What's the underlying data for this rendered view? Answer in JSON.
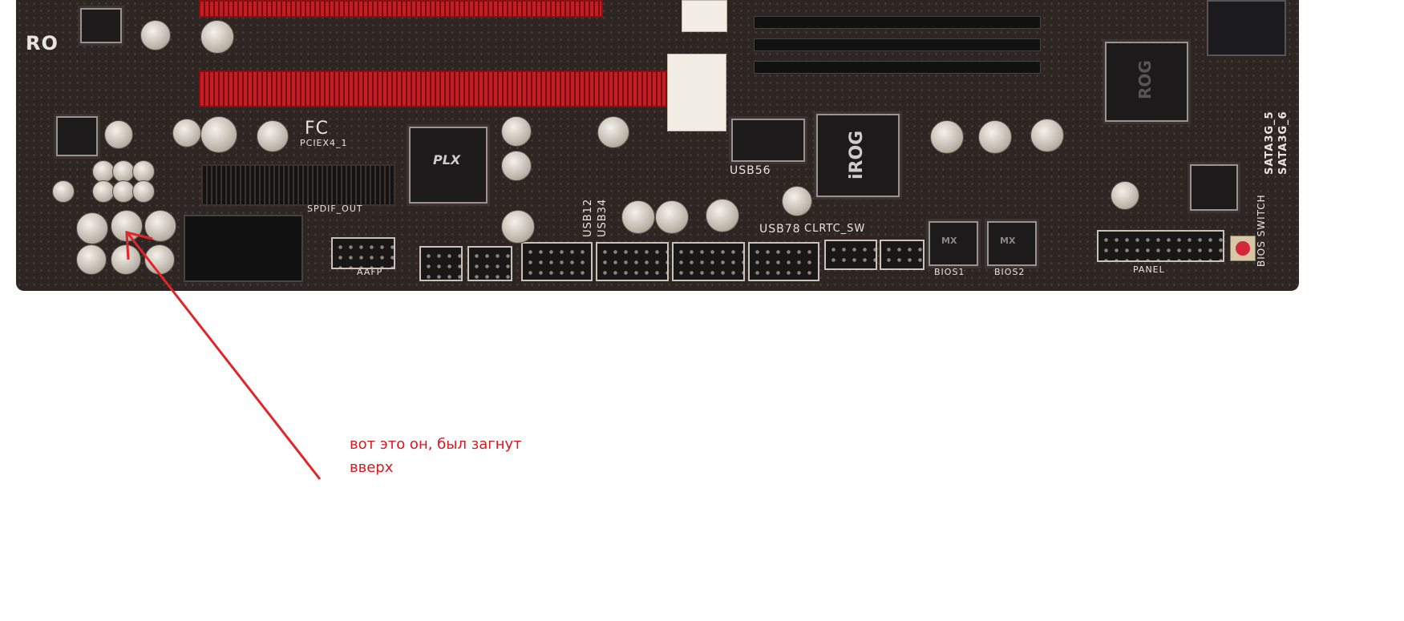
{
  "board": {
    "brand_partial": "RO",
    "labels": {
      "pciex4": "PCIEX4_1",
      "spdif": "SPDIF_OUT",
      "aafp": "AAFP",
      "usb12": "USB12",
      "usb34": "USB34",
      "usb56": "USB56",
      "usb78": "USB78",
      "clrtc": "CLRTC_SW",
      "bios1": "BIOS1",
      "bios2": "BIOS2",
      "panel": "PANEL",
      "bios_switch": "BIOS SWITCH",
      "sata5": "SATA3G_5",
      "sata6": "SATA3G_6",
      "irog_chip": "iROG",
      "rog_chip": "ROG",
      "plx_chip": "PLX",
      "bios_chip": "MX",
      "fcc": "FC"
    }
  },
  "annotation": {
    "line1": "вот это он, был загнут",
    "line2": "вверх",
    "color": "#d4191f"
  }
}
